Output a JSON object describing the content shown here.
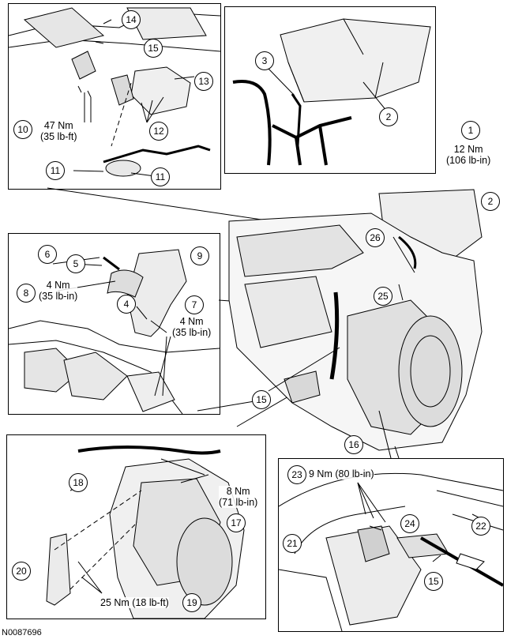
{
  "figure_code": "N0087696",
  "callouts": {
    "c1": "1",
    "c2a": "2",
    "c2b": "2",
    "c3": "3",
    "c4": "4",
    "c5": "5",
    "c6": "6",
    "c7": "7",
    "c8": "8",
    "c9": "9",
    "c10": "10",
    "c11a": "11",
    "c11b": "11",
    "c12": "12",
    "c13": "13",
    "c14": "14",
    "c15a": "15",
    "c15b": "15",
    "c15c": "15",
    "c16": "16",
    "c17": "17",
    "c18": "18",
    "c19": "19",
    "c20": "20",
    "c21": "21",
    "c22": "22",
    "c23": "23",
    "c24": "24",
    "c25": "25",
    "c26": "26"
  },
  "torque_specs": {
    "exhaust_nuts": {
      "nm": "47 Nm",
      "lbft": "(35 lb-ft)"
    },
    "skid_bolts": {
      "nm": "12 Nm",
      "lbft": "(106 lb-in)"
    },
    "clamp_8": {
      "nm": "4 Nm",
      "lbft": "(35 lb-in)"
    },
    "clamp_7": {
      "nm": "4 Nm",
      "lbft": "(35 lb-in)"
    },
    "bracket_17": {
      "nm": "8 Nm",
      "lbft": "(71 lb-in)"
    },
    "bolts_19": {
      "text": "25 Nm (18 lb-ft)"
    },
    "bolts_23": {
      "text": "9 Nm (80 lb-in)"
    }
  }
}
